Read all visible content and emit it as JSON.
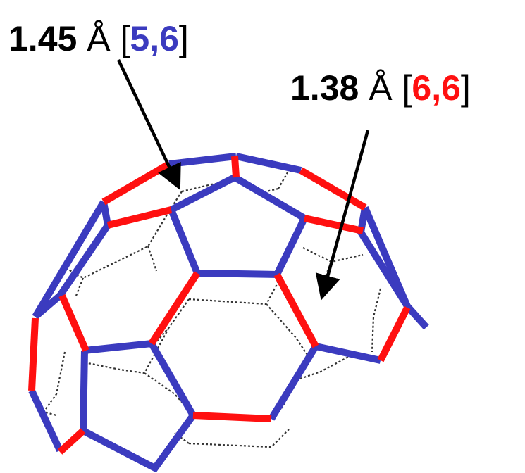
{
  "colors": {
    "single_bond": "#3b3bbf",
    "double_bond": "#ff1010",
    "back_edge": "#333333",
    "text": "#000000"
  },
  "labels": {
    "single": {
      "value": "1.45",
      "unit": "Å",
      "open": "[",
      "tag": "5,6",
      "close": "]"
    },
    "double": {
      "value": "1.38",
      "unit": "Å",
      "open": "[",
      "tag": "6,6",
      "close": "]"
    }
  }
}
